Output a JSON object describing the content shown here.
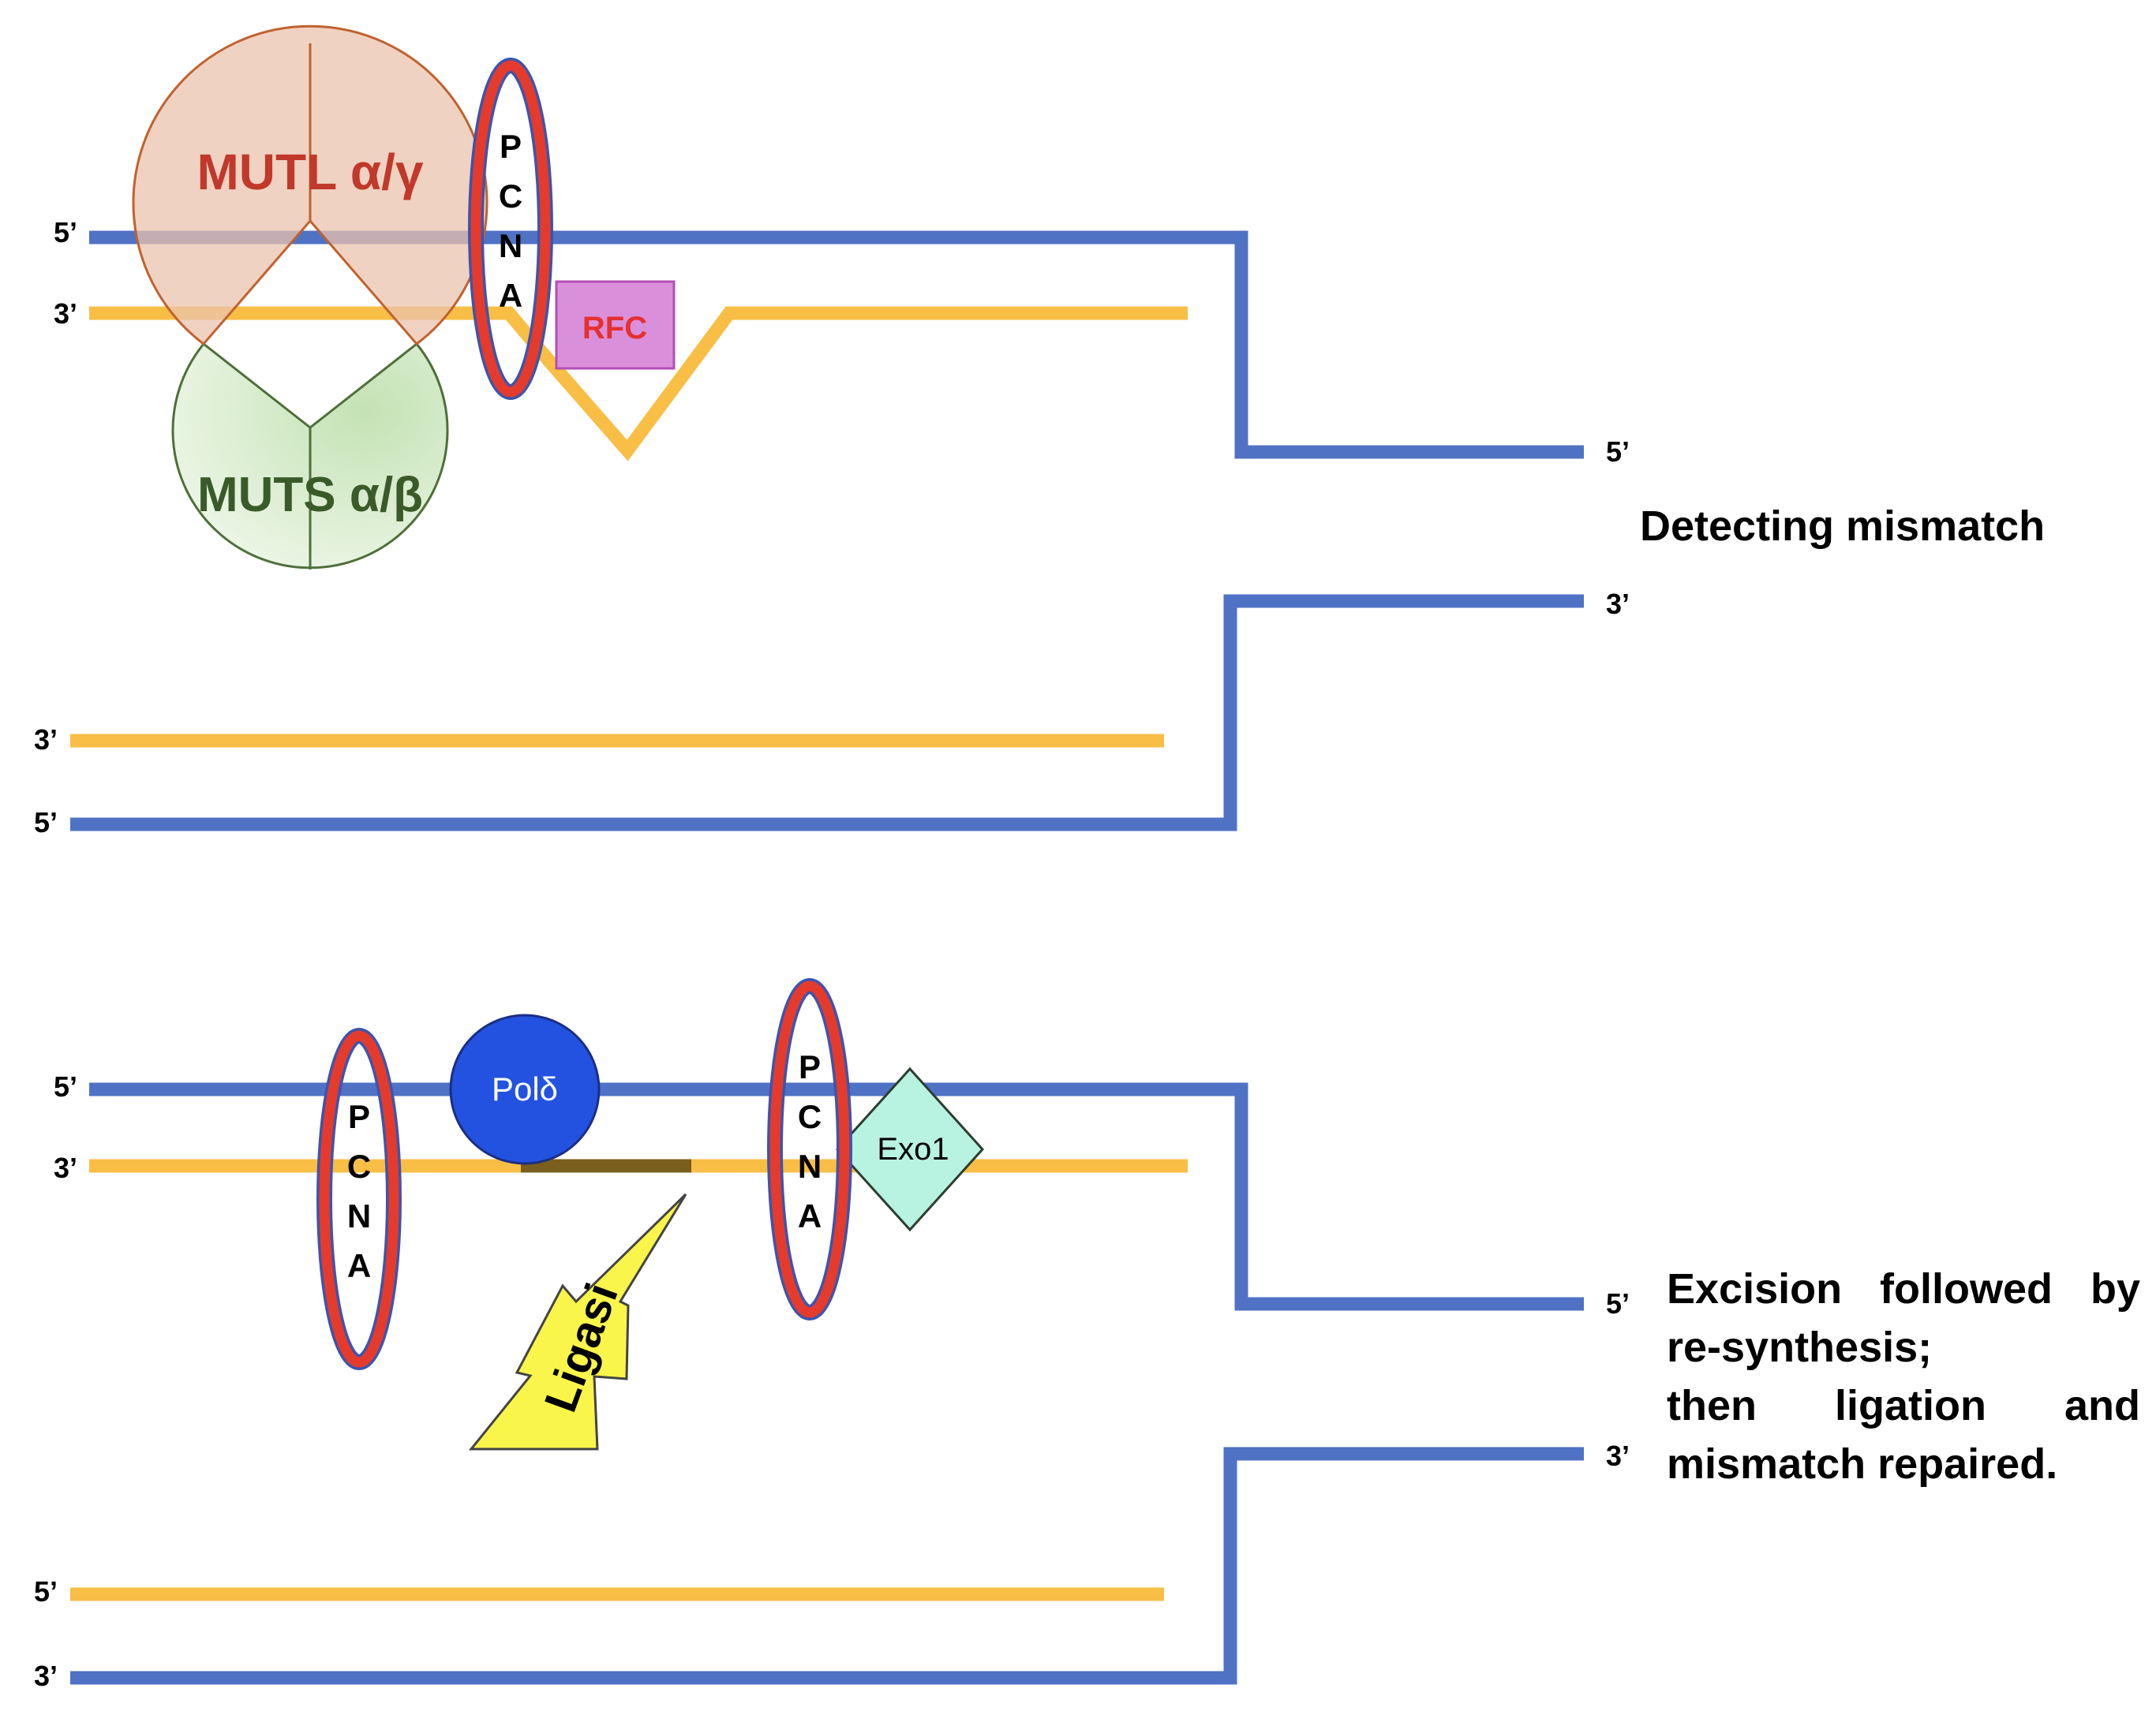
{
  "labels": {
    "five_prime": "5’",
    "three_prime": "3’"
  },
  "proteins": {
    "mutl": "MUTL α/γ",
    "muts": "MUTS α/β",
    "pcna": [
      "P",
      "C",
      "N",
      "A"
    ],
    "rfc": "RFC",
    "pol": "Polδ",
    "exo": "Exo1",
    "ligase": "Ligasi"
  },
  "captions": {
    "detecting": "Detecting mismatch",
    "excision_lines": [
      "Excision followed by",
      "re-synthesis;",
      "then ligation and",
      "mismatch repaired."
    ]
  },
  "colors": {
    "blue_strand": "#4F72C4",
    "yellow_strand": "#F8BE45",
    "pcna_ring": "#E53B2C",
    "pcna_ring_outline": "#3B55B0",
    "mutl_fill": "#EBC3AE",
    "mutl_stroke": "#C0622E",
    "mutl_text": "#C0392B",
    "muts_fill": "#D8EBCF",
    "muts_stroke": "#4F6F3A",
    "muts_text": "#3B5A2A",
    "rfc_fill": "#DA8FDB",
    "rfc_text": "#E53030",
    "pol_fill": "#2352E0",
    "exo_fill": "#B8F2E0",
    "ligase_fill": "#FAF54A",
    "new_segment": "#7A5E1E"
  }
}
